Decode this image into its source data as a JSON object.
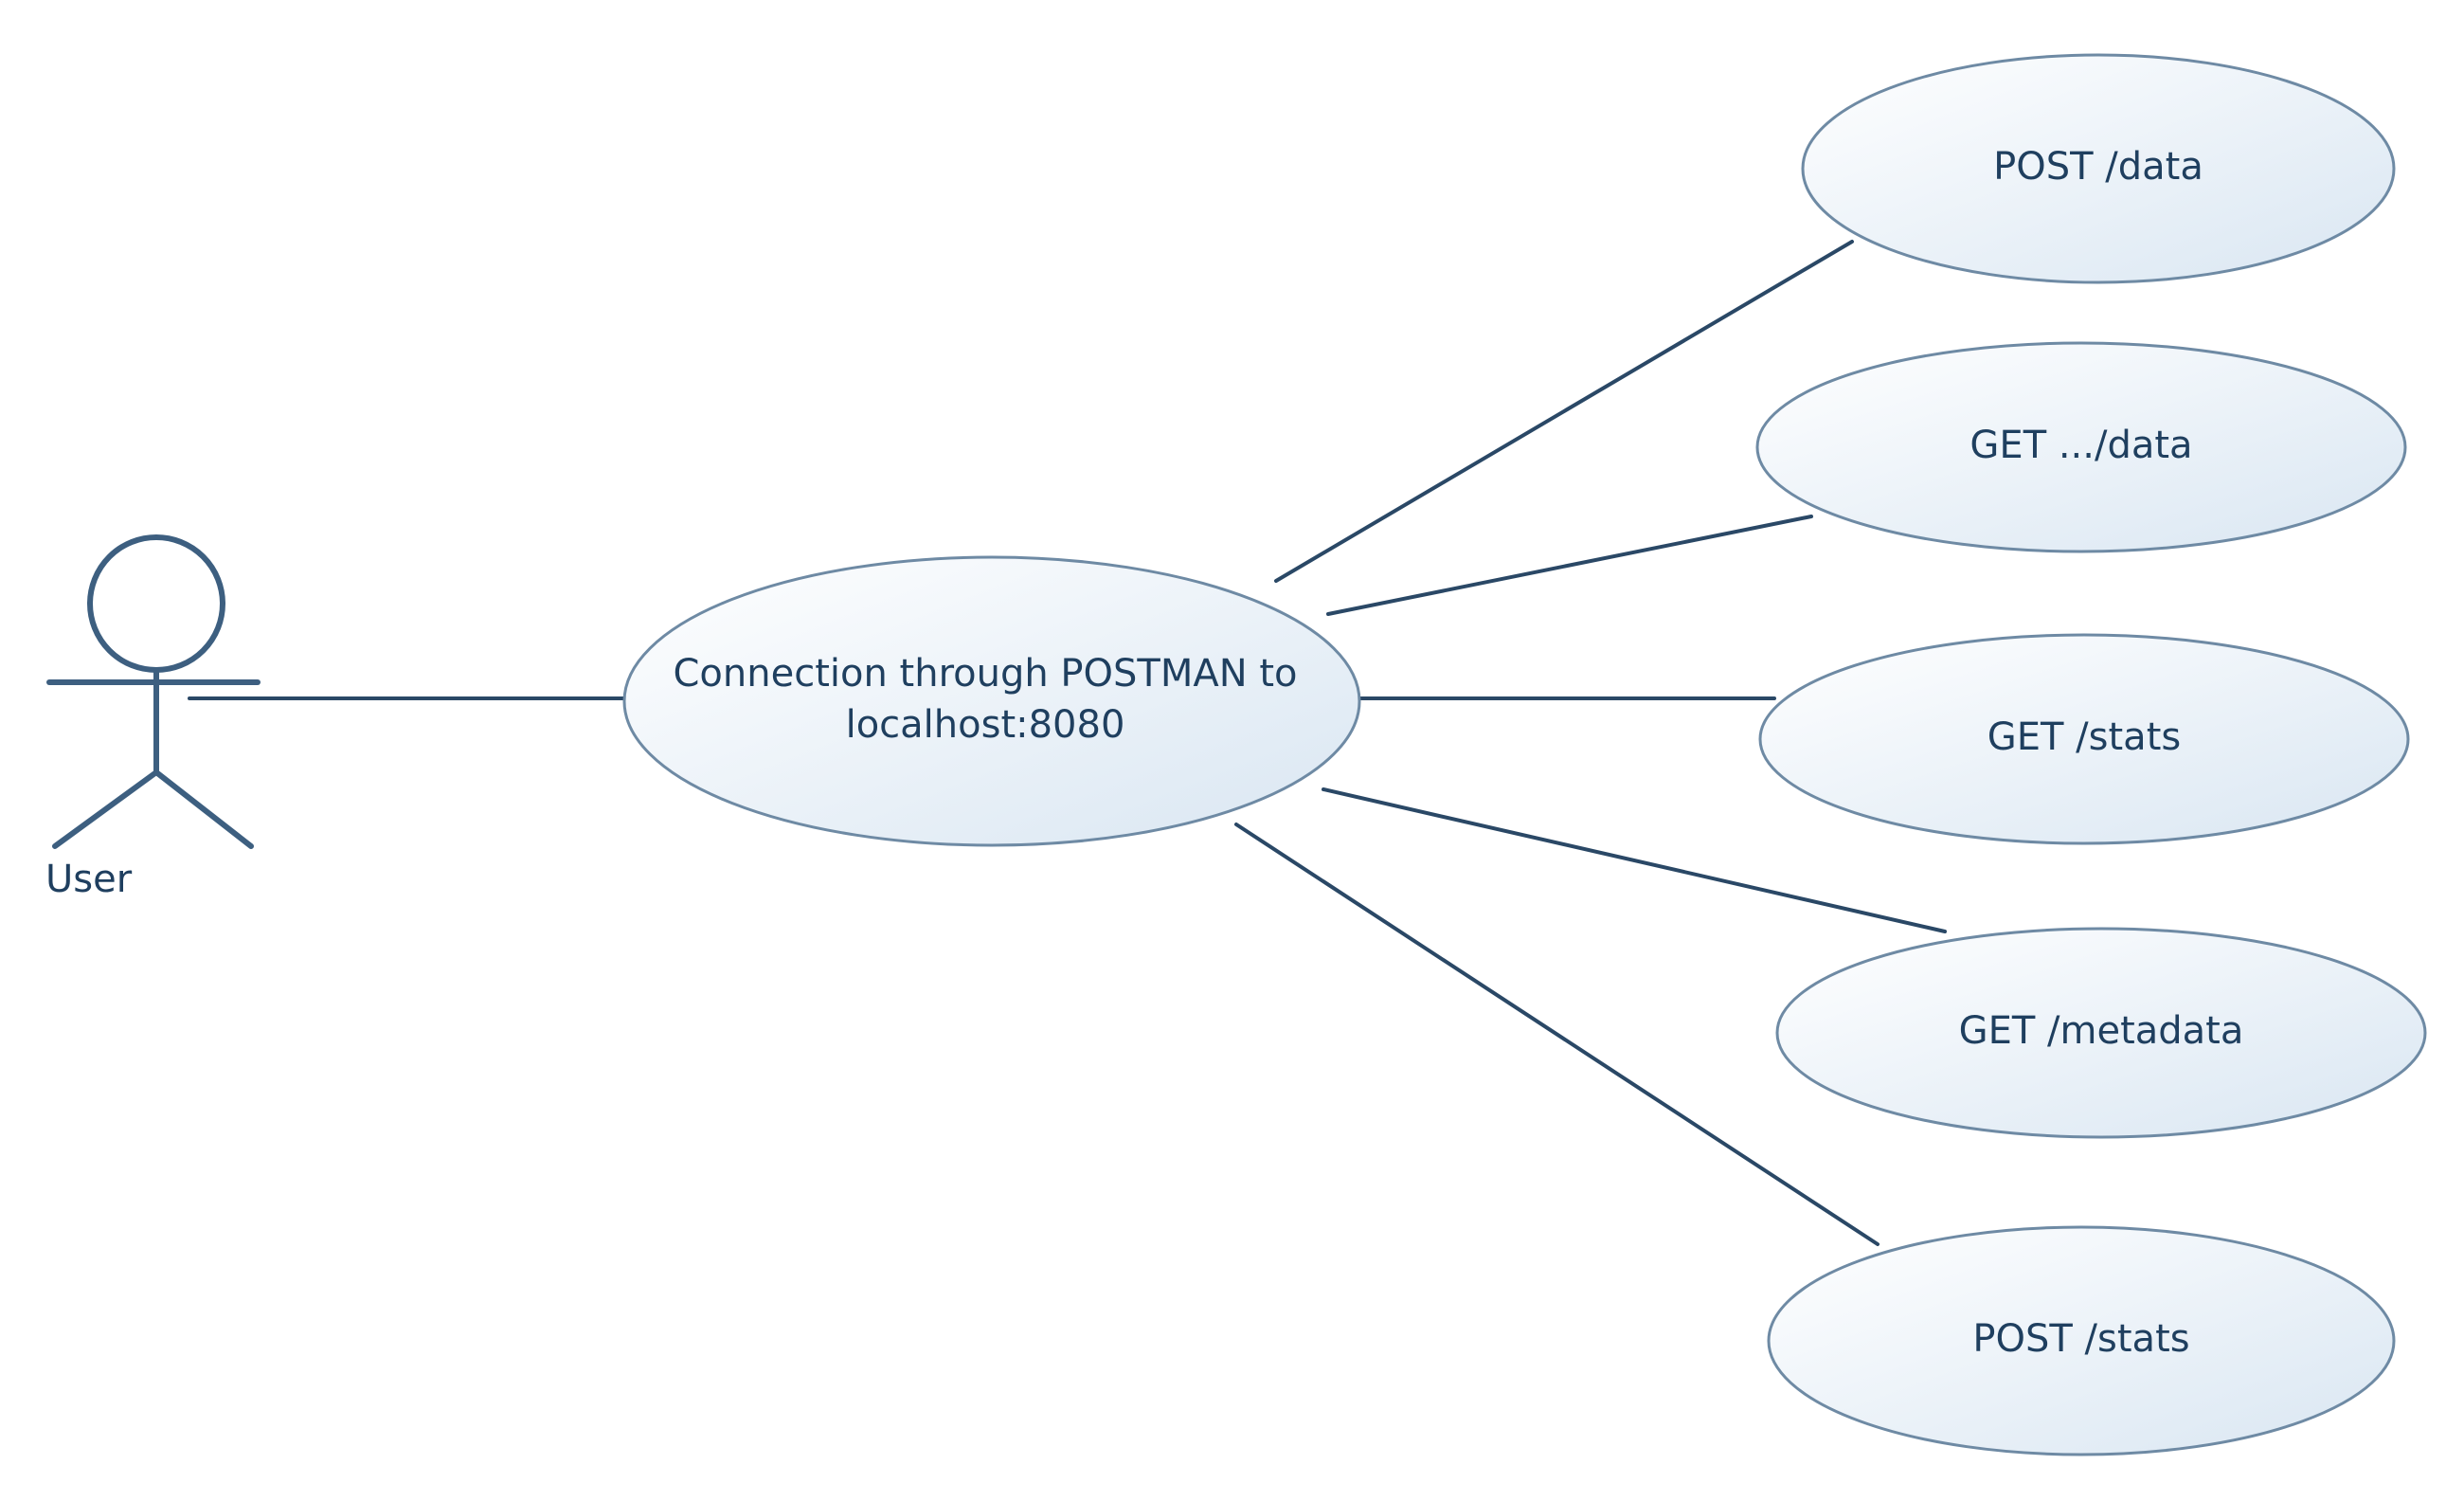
{
  "actor": {
    "label": "User"
  },
  "central_use_case": {
    "lines": [
      "Connection through POSTMAN to",
      "localhost:8080"
    ]
  },
  "use_cases": [
    {
      "id": "post-data",
      "label": "POST /data"
    },
    {
      "id": "get-data",
      "label": "GET .../data"
    },
    {
      "id": "get-stats",
      "label": "GET /stats"
    },
    {
      "id": "get-metadata",
      "label": "GET /metadata"
    },
    {
      "id": "post-stats",
      "label": "POST /stats"
    }
  ],
  "colors": {
    "line": "#2a4866",
    "text": "#1f3f5f",
    "ellipse_fill_light": "#ffffff",
    "ellipse_fill_dark": "#dce8f3",
    "ellipse_stroke": "#6e8aa4"
  }
}
